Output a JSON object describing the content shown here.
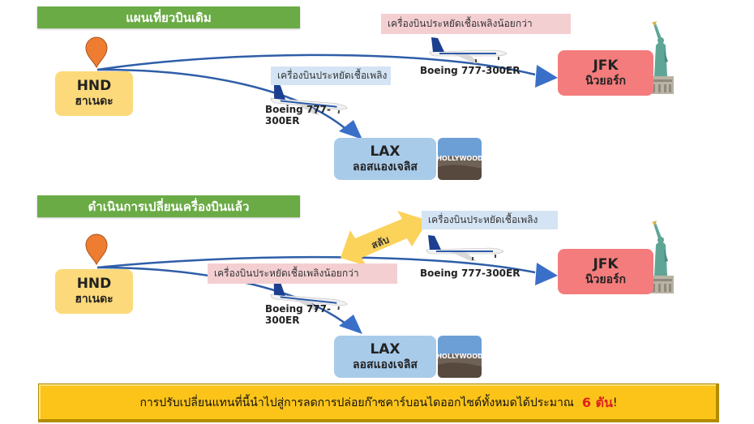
{
  "sections": [
    {
      "title": "แผนเที่ยวบินเดิม",
      "origin": {
        "code": "HND",
        "city": "ฮาเนดะ"
      },
      "routes": [
        {
          "to": {
            "code": "JFK",
            "city": "นิวยอร์ก"
          },
          "tag": "เครื่องบินประหยัดเชื้อเพลิงน้อยกว่า",
          "tag_color": "pink",
          "aircraft": "Boeing 777-300ER"
        },
        {
          "to": {
            "code": "LAX",
            "city": "ลอสแองเจลิส"
          },
          "tag": "เครื่องบินประหยัดเชื้อเพลิง",
          "tag_color": "blue",
          "aircraft_line1": "Boeing 777-",
          "aircraft_line2": "300ER"
        }
      ]
    },
    {
      "title": "ดำเนินการเปลี่ยนเครื่องบินแล้ว",
      "origin": {
        "code": "HND",
        "city": "ฮาเนดะ"
      },
      "swap_label": "สลับ",
      "routes": [
        {
          "to": {
            "code": "JFK",
            "city": "นิวยอร์ก"
          },
          "tag": "เครื่องบินประหยัดเชื้อเพลิง",
          "tag_color": "blue",
          "aircraft": "Boeing 777-300ER"
        },
        {
          "to": {
            "code": "LAX",
            "city": "ลอสแองเจลิส"
          },
          "tag": "เครื่องบินประหยัดเชื้อเพลิงน้อยกว่า",
          "tag_color": "pink",
          "aircraft_line1": "Boeing 777-",
          "aircraft_line2": "300ER"
        }
      ]
    }
  ],
  "landmarks": {
    "jfk": "statue-of-liberty",
    "lax": "hollywood-sign",
    "hollywood_text": "HOLLYWOOD"
  },
  "summary": {
    "text": "การปรับเปลี่ยนแทนที่นี้นำไปสู่การลดการปล่อยก๊าซคาร์บอนไดออกไซด์ทั้งหมดได้ประมาณ",
    "highlight": "6 ตัน",
    "suffix": "!"
  },
  "colors": {
    "banner": "#6aab45",
    "hnd": "#fcd97a",
    "jfk": "#f47c7c",
    "lax": "#a9cbea",
    "route": "#2f5ea8",
    "arrowhead": "#3a6fc9",
    "swap": "#fbd25a",
    "highlight": "#e02020",
    "summary_bg": "#fcc419"
  }
}
